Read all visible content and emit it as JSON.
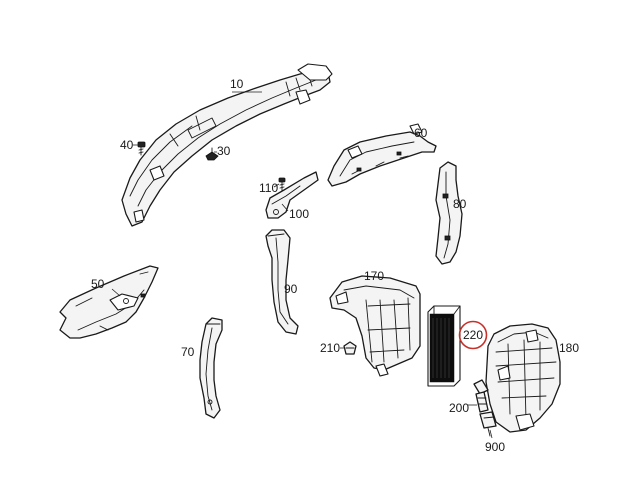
{
  "diagram": {
    "parts": [
      {
        "id": "10",
        "label": "10"
      },
      {
        "id": "30",
        "label": "30"
      },
      {
        "id": "40",
        "label": "40"
      },
      {
        "id": "50",
        "label": "50"
      },
      {
        "id": "60",
        "label": "60"
      },
      {
        "id": "70",
        "label": "70"
      },
      {
        "id": "80",
        "label": "80"
      },
      {
        "id": "90",
        "label": "90"
      },
      {
        "id": "100",
        "label": "100"
      },
      {
        "id": "110",
        "label": "110"
      },
      {
        "id": "170",
        "label": "170"
      },
      {
        "id": "180",
        "label": "180"
      },
      {
        "id": "200",
        "label": "200"
      },
      {
        "id": "210",
        "label": "210"
      },
      {
        "id": "220",
        "label": "220",
        "highlighted": true
      },
      {
        "id": "900",
        "label": "900"
      }
    ],
    "highlight_color": "#c8302a"
  }
}
